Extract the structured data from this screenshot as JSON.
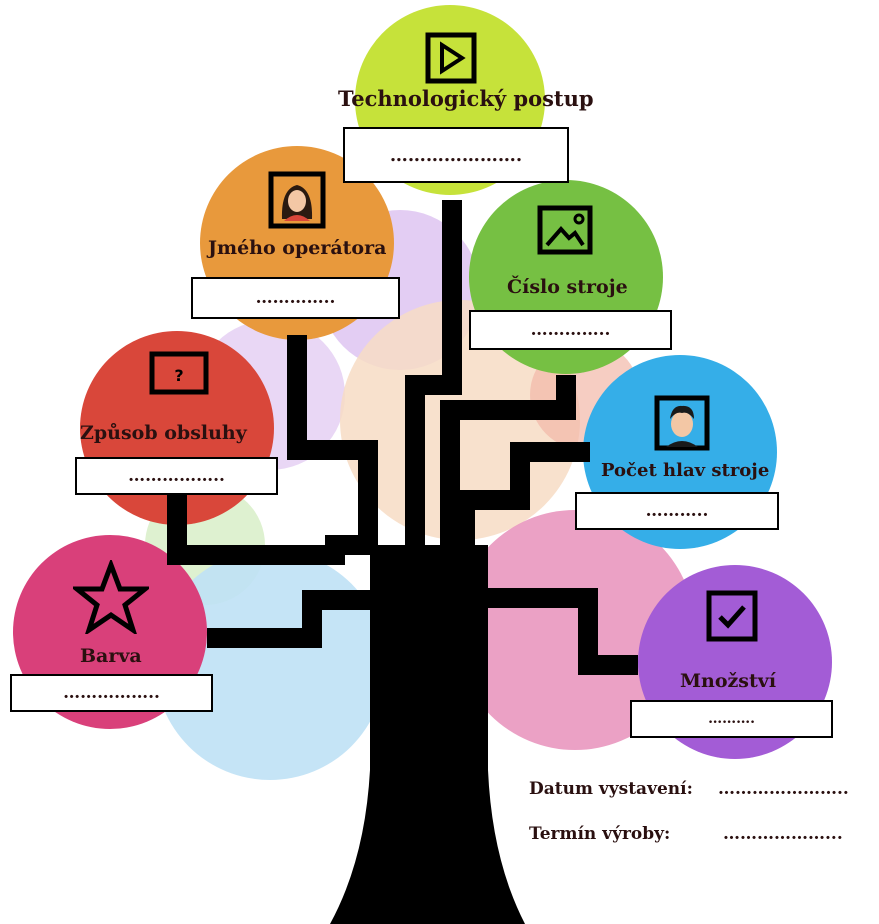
{
  "nodes": {
    "technologicky_postup": {
      "label": "Technologický postup",
      "value": "………………….",
      "color": "#c6e23a"
    },
    "jmeno_operatora": {
      "label": "Jmého operátora",
      "value": "…………..",
      "color": "#e8993c"
    },
    "cislo_stroje": {
      "label": "Číslo stroje",
      "value": "…………..",
      "color": "#76c043"
    },
    "zpusob_obsluhy": {
      "label": "Způsob obsluhy",
      "value": "……………..",
      "color": "#d9473a"
    },
    "pocet_hlav_stroje": {
      "label": "Počet hlav stroje",
      "value": "………..",
      "color": "#35aee8"
    },
    "barva": {
      "label": "Barva",
      "value": "……………..",
      "color": "#d9407a"
    },
    "mnozstvi": {
      "label": "Množství",
      "value": "……….",
      "color": "#a35cd6"
    }
  },
  "footer": {
    "datum_label": "Datum vystavení:",
    "datum_value": "…………………..",
    "termin_label": "Termín výroby:",
    "termin_value": "………………..."
  },
  "icons": [
    "play-icon",
    "woman-portrait-icon",
    "landscape-picture-icon",
    "question-screen-icon",
    "man-portrait-icon",
    "star-icon",
    "checkbox-icon"
  ],
  "colors": {
    "trunk": "#000000",
    "bubble_purple": "#d9b7ec",
    "bubble_peach": "#f6d9bf",
    "bubble_pink": "#e78ab4",
    "bubble_blue": "#bde1f4",
    "bubble_green": "#d7ecc6"
  }
}
